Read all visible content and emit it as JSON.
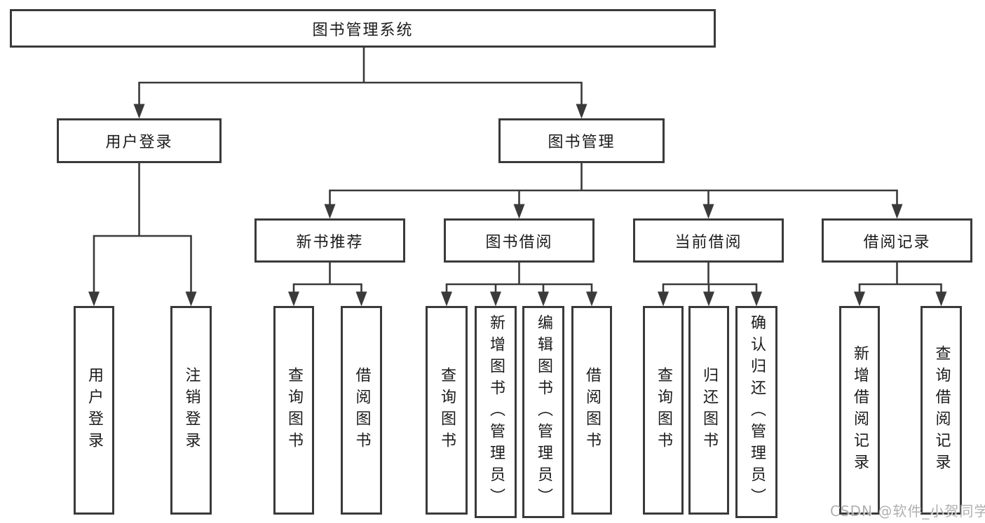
{
  "tree": {
    "root": {
      "label": "图书管理系统"
    },
    "branches": [
      {
        "label": "用户登录",
        "children": [
          {
            "label": "用户登录"
          },
          {
            "label": "注销登录"
          }
        ]
      },
      {
        "label": "图书管理",
        "children": [
          {
            "label": "新书推荐",
            "children": [
              {
                "label": "查询图书"
              },
              {
                "label": "借阅图书"
              }
            ]
          },
          {
            "label": "图书借阅",
            "children": [
              {
                "label": "查询图书"
              },
              {
                "label": "新增图书（管理员）"
              },
              {
                "label": "编辑图书（管理员）"
              },
              {
                "label": "借阅图书"
              }
            ]
          },
          {
            "label": "当前借阅",
            "children": [
              {
                "label": "查询图书"
              },
              {
                "label": "归还图书"
              },
              {
                "label": "确认归还（管理员）"
              }
            ]
          },
          {
            "label": "借阅记录",
            "children": [
              {
                "label": "新增借阅记录"
              },
              {
                "label": "查询借阅记录"
              }
            ]
          }
        ]
      }
    ]
  },
  "watermark": {
    "text": "CSDN @软件_小贺同学"
  },
  "colors": {
    "line": "#3a3a3a",
    "box_border": "#3a3a3a",
    "box_fill": "#ffffff",
    "text": "#1b1b1b",
    "watermark": "#a8a8a8",
    "background": "#ffffff"
  }
}
